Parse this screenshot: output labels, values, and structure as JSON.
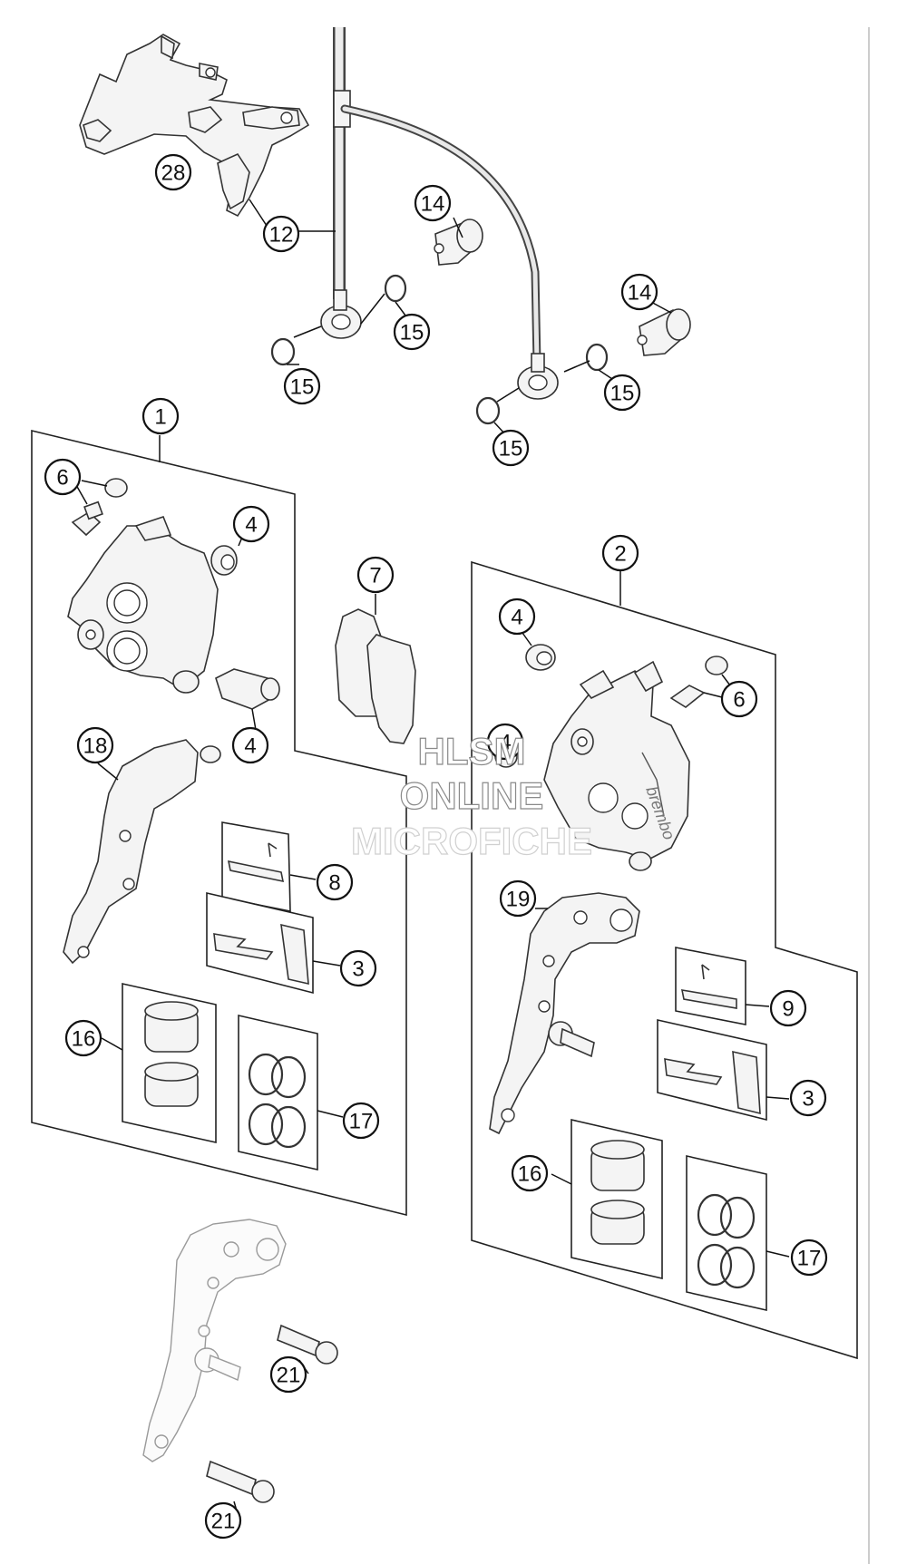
{
  "callouts": {
    "c28": "28",
    "c12": "12",
    "c14a": "14",
    "c15a": "15",
    "c15b": "15",
    "c14b": "14",
    "c15c": "15",
    "c15d": "15",
    "c1": "1",
    "c6a": "6",
    "c4a": "4",
    "c4b": "4",
    "c7": "7",
    "c18": "18",
    "c8": "8",
    "c3a": "3",
    "c16a": "16",
    "c17a": "17",
    "c2": "2",
    "c4c": "4",
    "c6b": "6",
    "c4d": "4",
    "c19": "19",
    "c9": "9",
    "c3b": "3",
    "c16b": "16",
    "c17b": "17",
    "c21a": "21",
    "c21b": "21"
  },
  "watermark": {
    "line1": "HLSM",
    "line2": "ONLINE",
    "line3": "MICROFICHE"
  },
  "caliper_branding": "brembo"
}
